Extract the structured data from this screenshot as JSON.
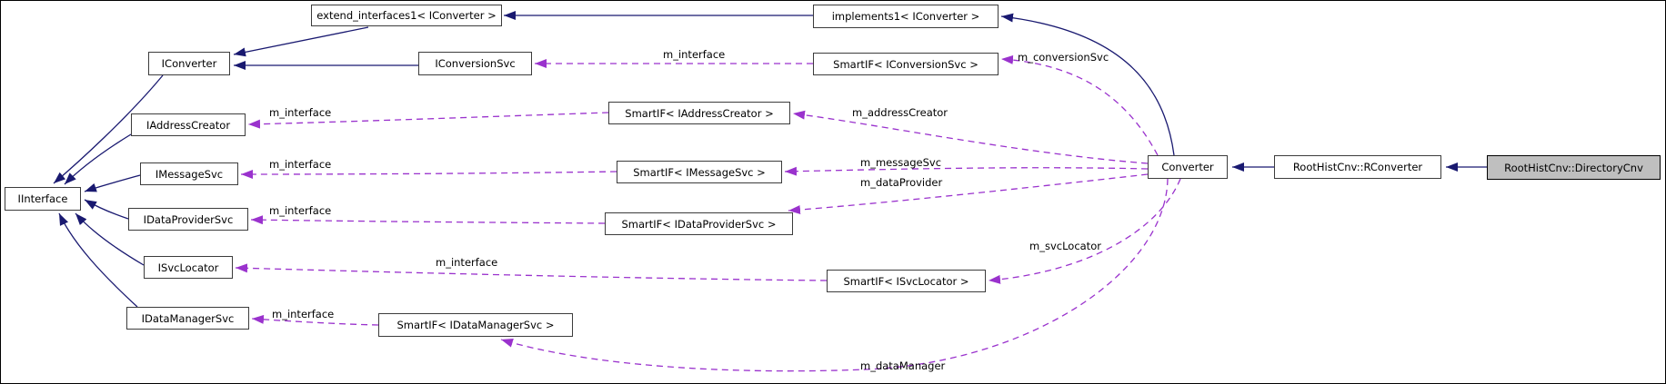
{
  "diagram": {
    "kind": "doxygen-collaboration-graph",
    "target_node": "RootHistCnv::DirectoryCnv",
    "colors": {
      "inheritance_edge": "#191970",
      "usage_edge": "#9a32cd",
      "node_fill": "#ffffff",
      "node_border": "#3c3c3c",
      "target_node_fill": "#bfbfbf",
      "target_node_border": "#000000",
      "text": "#000000",
      "background": "#ffffff"
    },
    "nodes": [
      {
        "label": "IInterface"
      },
      {
        "label": "IConverter"
      },
      {
        "label": "IAddressCreator"
      },
      {
        "label": "IMessageSvc"
      },
      {
        "label": "IDataProviderSvc"
      },
      {
        "label": "ISvcLocator"
      },
      {
        "label": "IDataManagerSvc"
      },
      {
        "label": "extend_interfaces1< IConverter >"
      },
      {
        "label": "IConversionSvc"
      },
      {
        "label": "SmartIF< IConversionSvc >"
      },
      {
        "label": "SmartIF< IAddressCreator >"
      },
      {
        "label": "SmartIF< IMessageSvc >"
      },
      {
        "label": "SmartIF< IDataProviderSvc >"
      },
      {
        "label": "SmartIF< ISvcLocator >"
      },
      {
        "label": "SmartIF< IDataManagerSvc >"
      },
      {
        "label": "implements1< IConverter >"
      },
      {
        "label": "Converter"
      },
      {
        "label": "RootHistCnv::RConverter"
      },
      {
        "label": "RootHistCnv::DirectoryCnv"
      }
    ],
    "edge_labels": [
      {
        "text": "m_interface"
      },
      {
        "text": "m_interface"
      },
      {
        "text": "m_interface"
      },
      {
        "text": "m_interface"
      },
      {
        "text": "m_interface"
      },
      {
        "text": "m_interface"
      },
      {
        "text": "m_conversionSvc"
      },
      {
        "text": "m_addressCreator"
      },
      {
        "text": "m_messageSvc"
      },
      {
        "text": "m_dataProvider"
      },
      {
        "text": "m_svcLocator"
      },
      {
        "text": "m_dataManager"
      }
    ],
    "edges": [
      {
        "from": "implements1< IConverter >",
        "to": "extend_interfaces1< IConverter >",
        "kind": "inheritance"
      },
      {
        "from": "extend_interfaces1< IConverter >",
        "to": "IConverter",
        "kind": "inheritance"
      },
      {
        "from": "IConversionSvc",
        "to": "IConverter",
        "kind": "inheritance"
      },
      {
        "from": "IConverter",
        "to": "IInterface",
        "kind": "inheritance"
      },
      {
        "from": "IAddressCreator",
        "to": "IInterface",
        "kind": "inheritance"
      },
      {
        "from": "IMessageSvc",
        "to": "IInterface",
        "kind": "inheritance"
      },
      {
        "from": "IDataProviderSvc",
        "to": "IInterface",
        "kind": "inheritance"
      },
      {
        "from": "ISvcLocator",
        "to": "IInterface",
        "kind": "inheritance"
      },
      {
        "from": "IDataManagerSvc",
        "to": "IInterface",
        "kind": "inheritance"
      },
      {
        "from": "Converter",
        "to": "implements1< IConverter >",
        "kind": "inheritance"
      },
      {
        "from": "RootHistCnv::RConverter",
        "to": "Converter",
        "kind": "inheritance"
      },
      {
        "from": "RootHistCnv::DirectoryCnv",
        "to": "RootHistCnv::RConverter",
        "kind": "inheritance"
      },
      {
        "from": "SmartIF< IConversionSvc >",
        "to": "IConversionSvc",
        "kind": "usage",
        "label": "m_interface"
      },
      {
        "from": "SmartIF< IAddressCreator >",
        "to": "IAddressCreator",
        "kind": "usage",
        "label": "m_interface"
      },
      {
        "from": "SmartIF< IMessageSvc >",
        "to": "IMessageSvc",
        "kind": "usage",
        "label": "m_interface"
      },
      {
        "from": "SmartIF< IDataProviderSvc >",
        "to": "IDataProviderSvc",
        "kind": "usage",
        "label": "m_interface"
      },
      {
        "from": "SmartIF< ISvcLocator >",
        "to": "ISvcLocator",
        "kind": "usage",
        "label": "m_interface"
      },
      {
        "from": "SmartIF< IDataManagerSvc >",
        "to": "IDataManagerSvc",
        "kind": "usage",
        "label": "m_interface"
      },
      {
        "from": "Converter",
        "to": "SmartIF< IConversionSvc >",
        "kind": "usage",
        "label": "m_conversionSvc"
      },
      {
        "from": "Converter",
        "to": "SmartIF< IAddressCreator >",
        "kind": "usage",
        "label": "m_addressCreator"
      },
      {
        "from": "Converter",
        "to": "SmartIF< IMessageSvc >",
        "kind": "usage",
        "label": "m_messageSvc"
      },
      {
        "from": "Converter",
        "to": "SmartIF< IDataProviderSvc >",
        "kind": "usage",
        "label": "m_dataProvider"
      },
      {
        "from": "Converter",
        "to": "SmartIF< ISvcLocator >",
        "kind": "usage",
        "label": "m_svcLocator"
      },
      {
        "from": "Converter",
        "to": "SmartIF< IDataManagerSvc >",
        "kind": "usage",
        "label": "m_dataManager"
      }
    ]
  }
}
